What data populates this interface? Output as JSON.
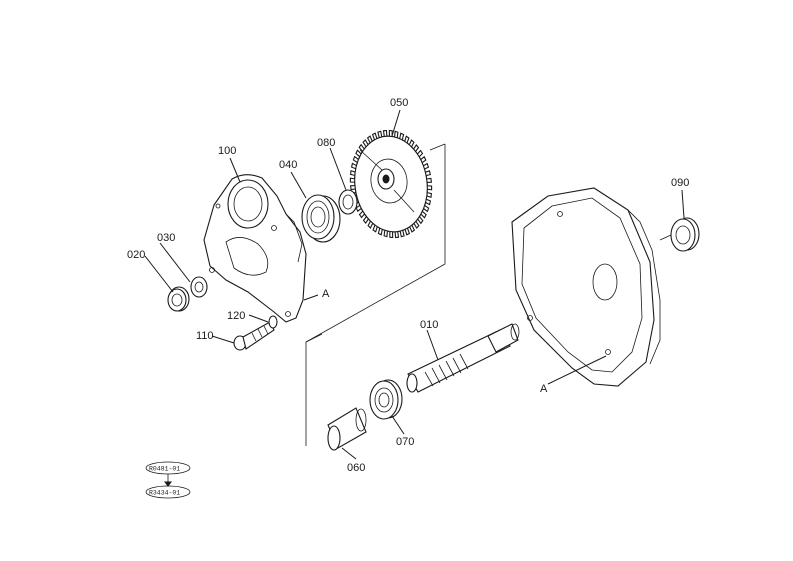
{
  "parts": {
    "p010": "010",
    "p020": "020",
    "p030": "030",
    "p040": "040",
    "p050": "050",
    "p060": "060",
    "p070": "070",
    "p080": "080",
    "p090": "090",
    "p100": "100",
    "p110": "110",
    "p120": "120"
  },
  "markers": {
    "a_upper": "A",
    "a_lower": "A"
  },
  "refs": {
    "ref1": "R0481-01",
    "ref2": "R3434-01"
  }
}
